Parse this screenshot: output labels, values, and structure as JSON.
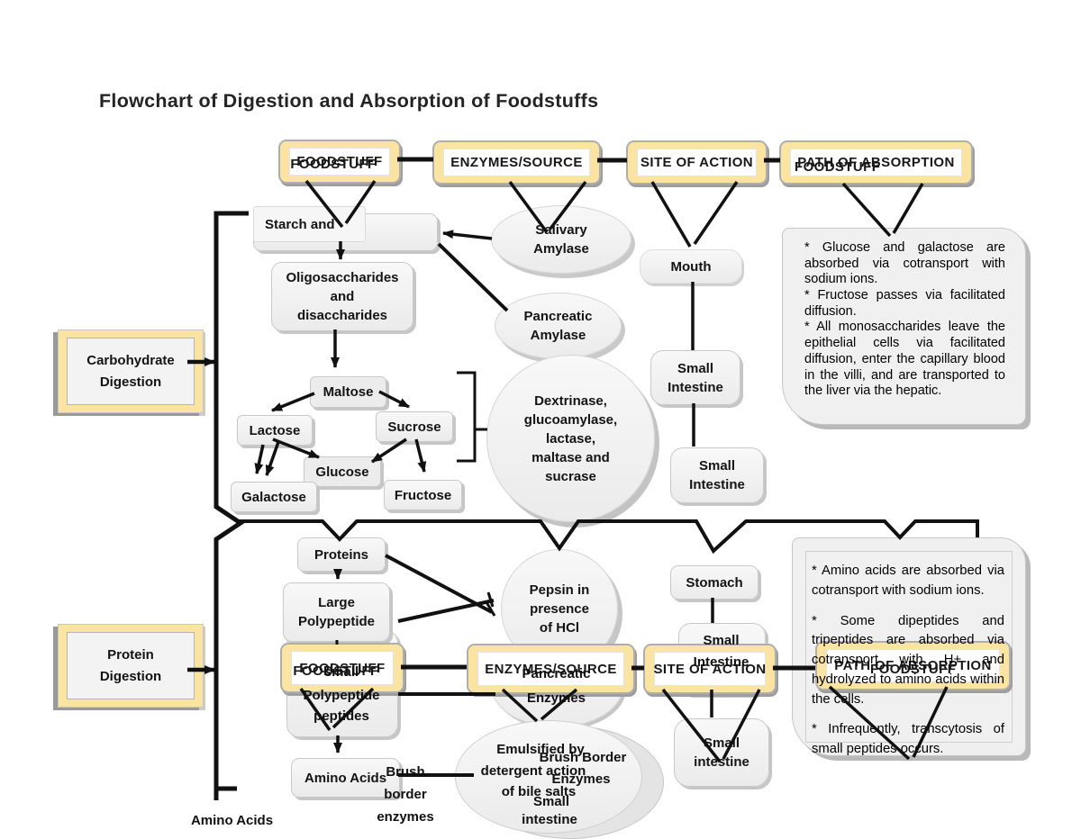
{
  "title": "Flowchart of Digestion and Absorption of Foodstuffs",
  "colors": {
    "accent_yellow": "#fbe3a2",
    "line_black": "#111111",
    "box_fill": "#f1f1f1",
    "shadow_gray": "#b9b9b9"
  },
  "headers": {
    "foodstuff": "FOODSTUFF",
    "foodstuff_ghost": "FOODSTUFF",
    "enzymes": "ENZYMES/SOURCE",
    "site": "SITE OF ACTION",
    "path": "PATH OF ABSORPTION"
  },
  "labels": {
    "carb": [
      "Carbohydrate",
      "Digestion"
    ],
    "protein": [
      "Protein",
      "Digestion"
    ]
  },
  "carb": {
    "starch": "Starch and",
    "oligo": [
      "Oligosaccharides",
      "and",
      "disaccharides"
    ],
    "maltose": "Maltose",
    "lactose": "Lactose",
    "sucrose": "Sucrose",
    "glucose": "Glucose",
    "galactose": "Galactose",
    "fructose": "Fructose",
    "salivary": [
      "Salivary",
      "Amylase"
    ],
    "pancreatic": [
      "Pancreatic",
      "Amylase"
    ],
    "enzyme_circle": [
      "Dextrinase,",
      "glucoamylase,",
      "lactase,",
      "maltase and",
      "sucrase"
    ],
    "mouth": "Mouth",
    "small_intestine_1": [
      "Small",
      "Intestine"
    ],
    "small_intestine_2": [
      "Small",
      "Intestine"
    ],
    "note": [
      "* Glucose and galactose are absorbed via cotransport with sodium ions.",
      "* Fructose passes via facilitated diffusion.",
      "* All monosaccharides leave the epithelial cells via facilitated diffusion, enter the capillary blood in the villi, and are transported to the liver via the hepatic."
    ]
  },
  "protein": {
    "proteins": "Proteins",
    "large_polypeptide": [
      "Large",
      "Polypeptide"
    ],
    "small_polypeptide": [
      "small",
      "Polypeptide",
      "peptides"
    ],
    "amino_acids_box": "Amino Acids",
    "amino_acids_text": "Amino Acids",
    "brush_border_text": [
      "Brush",
      "border",
      "enzymes"
    ],
    "pepsin": [
      "Pepsin in",
      "presence",
      "of HCl"
    ],
    "pancreatic_enzymes": [
      "Pancreatic",
      "Enzymes"
    ],
    "emulsified": [
      "Emulsified by",
      "detergent action",
      "of bile salts"
    ],
    "brush_border_ellipse": [
      "Brush Border",
      "Enzymes"
    ],
    "small_intestine_ellipse": [
      "Small",
      "intestine"
    ],
    "stomach": "Stomach",
    "small_intestine_1": [
      "Small",
      "Intestine"
    ],
    "small_intestine_2": [
      "Small",
      "intestine"
    ],
    "note": [
      "* Amino acids are absorbed via cotransport with sodium ions.",
      "* Some dipeptides and tripeptides are absorbed via cotransport with H+ and hydrolyzed to amino acids within the cells.",
      "* Infrequently, transcytosis of small peptides occurs."
    ]
  }
}
